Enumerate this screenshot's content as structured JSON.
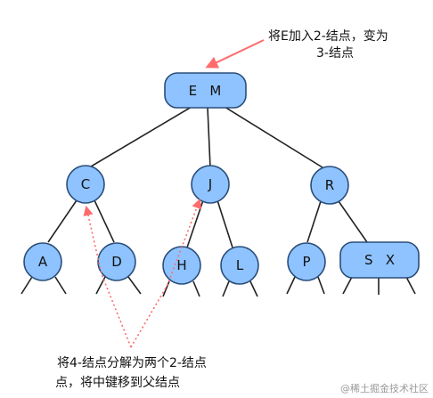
{
  "nodes": {
    "root": "E   M",
    "c": "C",
    "j": "J",
    "r": "R",
    "a": "A",
    "d": "D",
    "h": "H",
    "l": "L",
    "p": "P",
    "sx": "S   X"
  },
  "annotations": {
    "top_line1": "将E加入2-结点，变为",
    "top_line2": "3-结点",
    "bottom_line1": "将4-结点分解为两个2-结点",
    "bottom_line2": "点，将中键移到父结点"
  },
  "watermark": "@稀土掘金技术社区",
  "colors": {
    "node_fill": "#8ec3ff",
    "node_stroke": "#2a4d7a",
    "edge": "#222222",
    "arrow": "#ff6b6b"
  }
}
